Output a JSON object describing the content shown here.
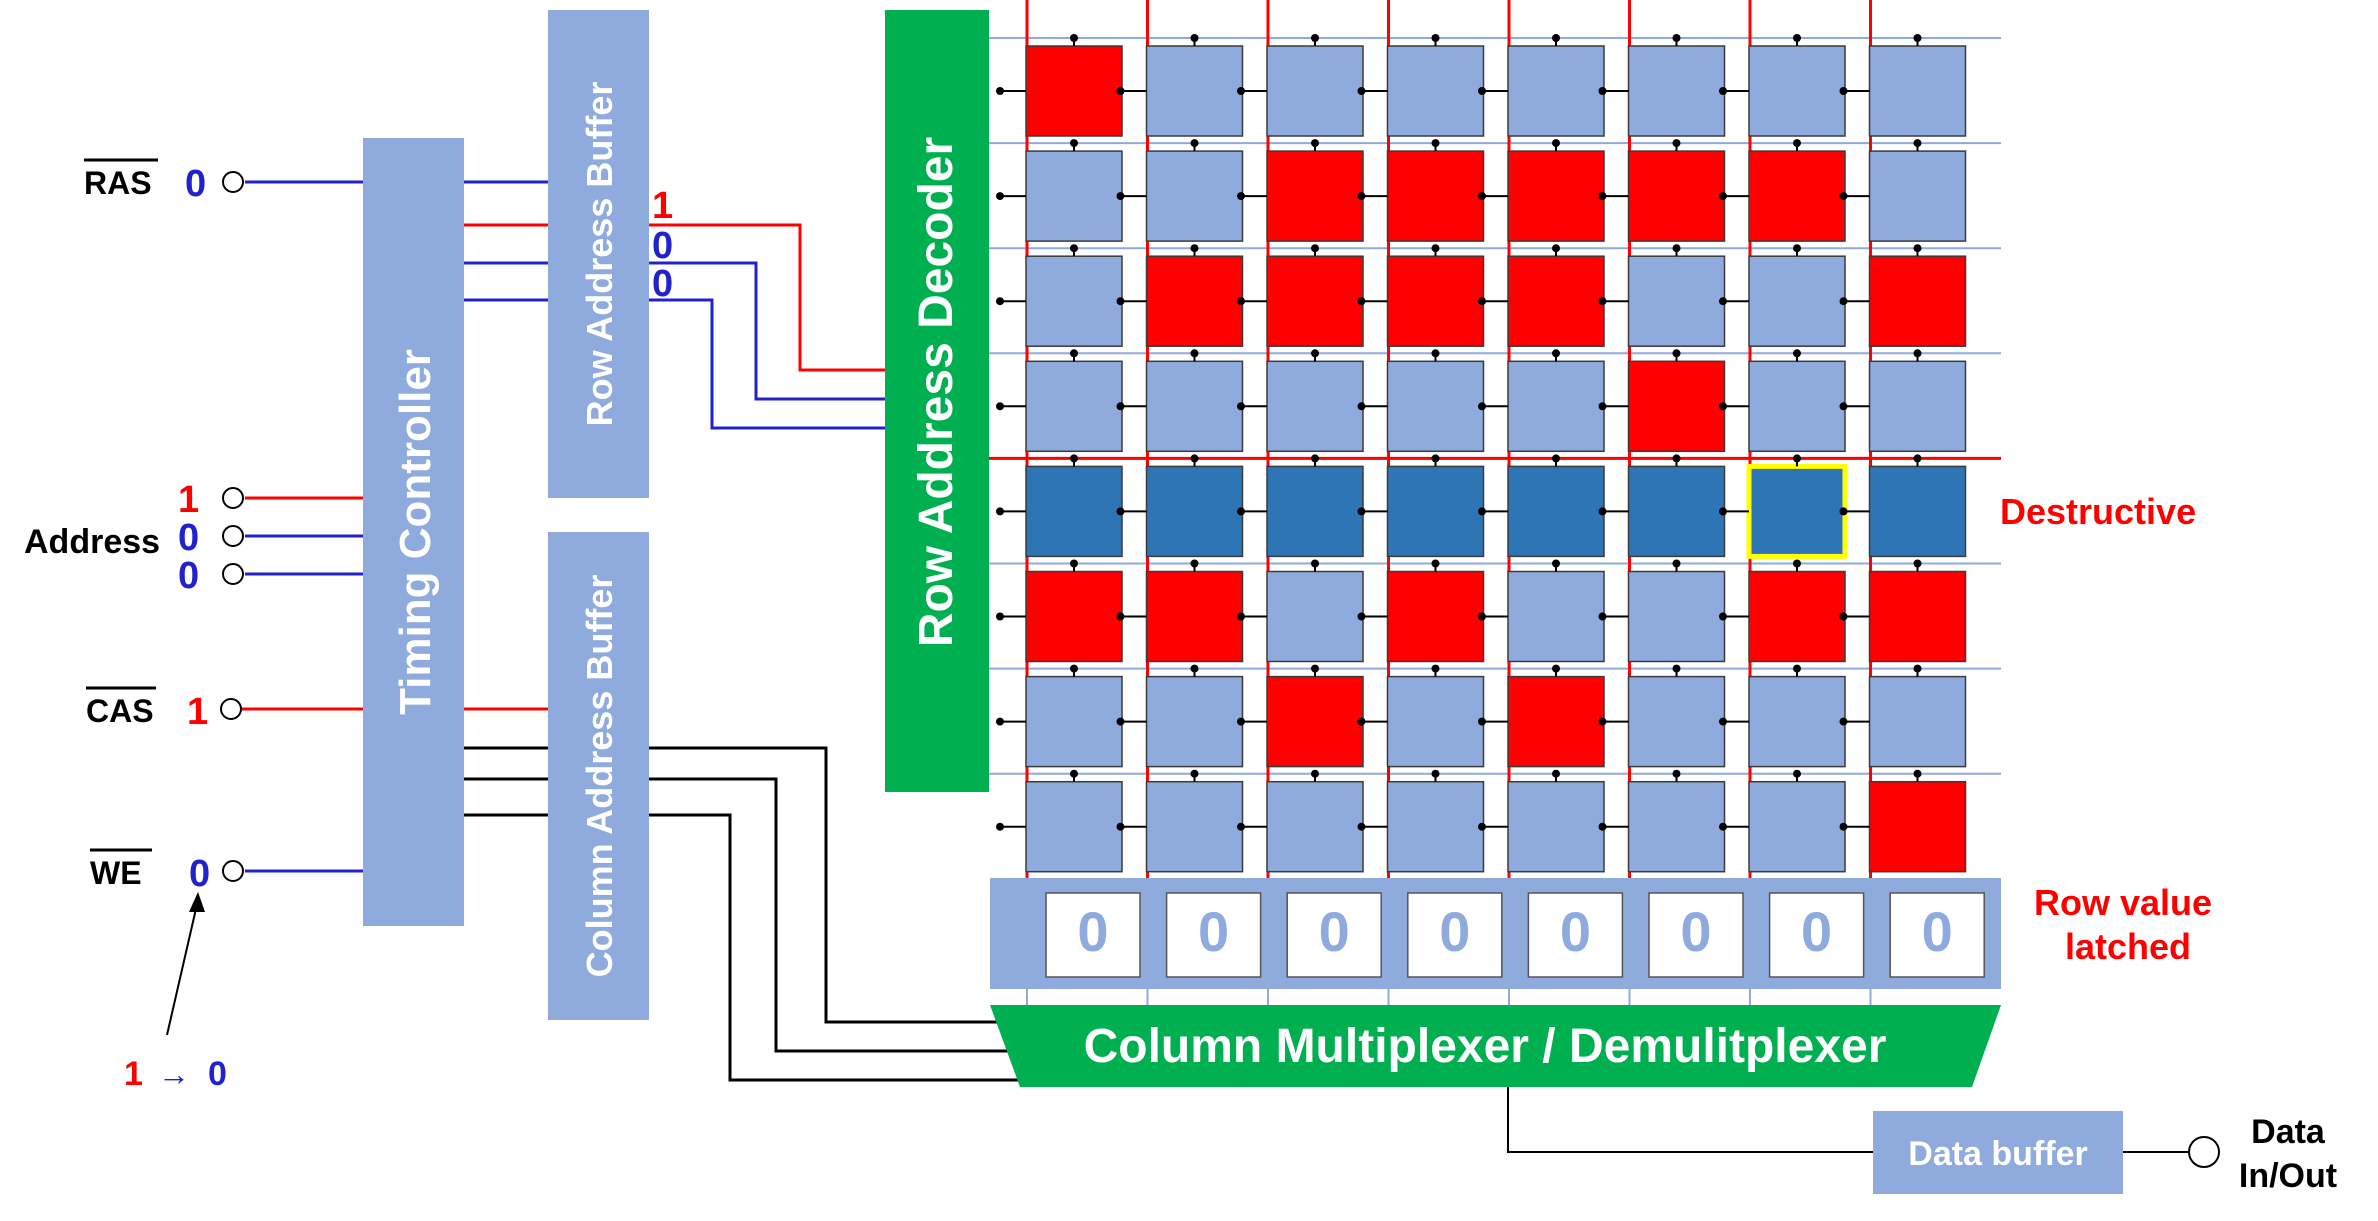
{
  "signals": {
    "ras": {
      "label": "RAS",
      "value": "0"
    },
    "address": {
      "label": "Address",
      "bits": [
        "1",
        "0",
        "0"
      ]
    },
    "cas": {
      "label": "CAS",
      "value": "1"
    },
    "we": {
      "label": "WE",
      "value": "0"
    }
  },
  "we_transition": {
    "from": "1",
    "arrow": "→",
    "to": "0"
  },
  "blocks": {
    "timing_controller": "Timing Controller",
    "row_address_buffer": "Row Address Buffer",
    "column_address_buffer": "Column Address Buffer",
    "row_address_decoder": "Row Address Decoder",
    "column_mux": "Column Multiplexer / Demulitplexer",
    "data_buffer": "Data buffer"
  },
  "row_buffer_outputs": [
    "1",
    "0",
    "0"
  ],
  "latch_values": [
    "0",
    "0",
    "0",
    "0",
    "0",
    "0",
    "0",
    "0"
  ],
  "annotations": {
    "destructive": "Destructive",
    "row_value_latched": "Row value latched"
  },
  "data_io": {
    "line1": "Data",
    "line2": "In/Out"
  },
  "memory_cells": [
    [
      "1",
      "0",
      "0",
      "0",
      "0",
      "0",
      "0",
      "0"
    ],
    [
      "0",
      "0",
      "1",
      "1",
      "1",
      "1",
      "1",
      "0"
    ],
    [
      "0",
      "1",
      "1",
      "1",
      "1",
      "0",
      "0",
      "1"
    ],
    [
      "0",
      "0",
      "0",
      "0",
      "0",
      "1",
      "0",
      "0"
    ],
    [
      "s",
      "s",
      "s",
      "s",
      "s",
      "s",
      "s",
      "s"
    ],
    [
      "1",
      "1",
      "0",
      "1",
      "0",
      "0",
      "1",
      "1"
    ],
    [
      "0",
      "0",
      "1",
      "0",
      "1",
      "0",
      "0",
      "0"
    ],
    [
      "0",
      "0",
      "0",
      "0",
      "0",
      "0",
      "0",
      "1"
    ]
  ],
  "selected_cell": {
    "row": 4,
    "col": 6
  },
  "colors": {
    "block_blue": "#8faadc",
    "cell_zero": "#8faadc",
    "cell_one": "#ff0000",
    "cell_selected_row": "#2e75b6",
    "green": "#00b050",
    "red_line": "#ff0000",
    "blue_line": "#2222cc",
    "highlight": "#ffff00"
  }
}
